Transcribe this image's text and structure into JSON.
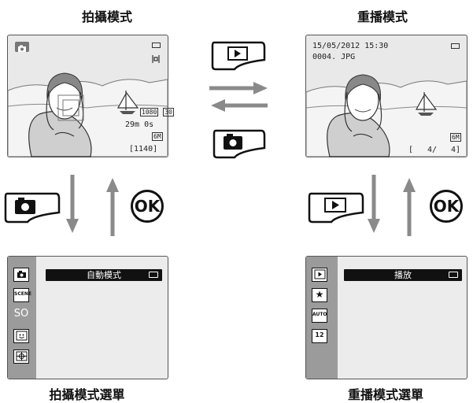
{
  "titles": {
    "shooting": "拍攝模式",
    "playback": "重播模式",
    "shooting_menu": "拍攝模式選單",
    "playback_menu": "重播模式選單"
  },
  "shooting_screen": {
    "resolution": "1080",
    "frame_rate": "30",
    "time_remaining": "29m 0s",
    "image_size": "6M",
    "shots_remaining": "[1140]"
  },
  "playback_screen": {
    "date_time": "15/05/2012 15:30",
    "file_name": "0004. JPG",
    "image_size": "6M",
    "counter_left": "[",
    "counter_value": "4/",
    "counter_right": "4]"
  },
  "shooting_menu": {
    "selected_label": "自動模式",
    "icons": [
      "camera-icon",
      "scene-icon",
      "special-effects-icon",
      "smart-portrait-icon",
      "auto-mode-icon"
    ],
    "icon_labels": [
      "",
      "SCENE",
      "SO",
      "",
      ""
    ]
  },
  "playback_menu": {
    "selected_label": "播放",
    "icons": [
      "play-icon",
      "favorites-icon",
      "auto-sort-icon",
      "list-by-date-icon"
    ],
    "icon_labels": [
      "",
      "★",
      "AUTO",
      "12"
    ]
  },
  "buttons": {
    "ok_label": "OK"
  },
  "colors": {
    "arrow_gray": "#8a8a8a",
    "menu_bar": "#111111",
    "sidebar": "#9b9b9b"
  }
}
